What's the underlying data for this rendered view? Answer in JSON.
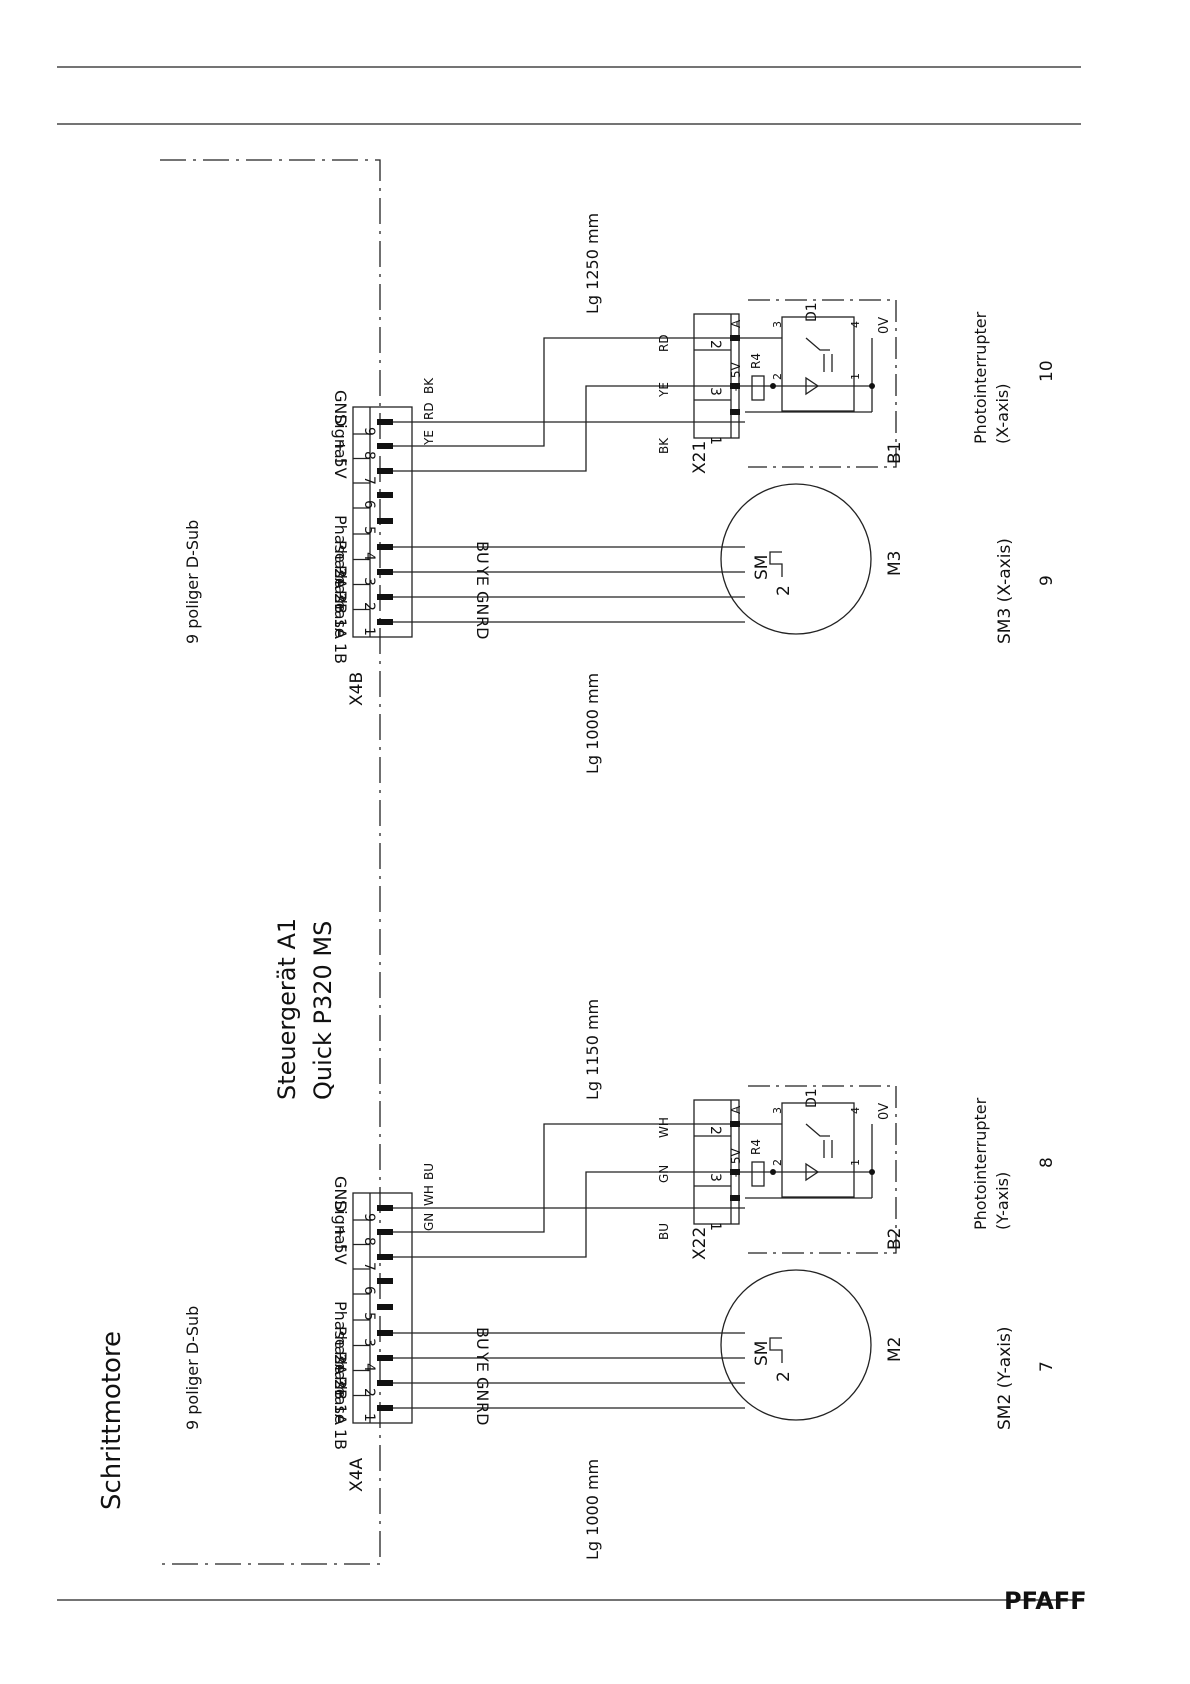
{
  "title": "Schrittmotore",
  "controller": {
    "line1": "Steuergerät A1",
    "line2": "Quick P320 MS"
  },
  "brand": "PFAFF",
  "pin_labels": [
    "Phase 1B",
    "Phase 1A",
    "Phase 2B",
    "Phase 2A",
    "+ 5V",
    "Signal",
    "GND"
  ],
  "sections": [
    {
      "connector": "X4A",
      "sub": "9 poliger D-Sub",
      "pin_numbers": [
        "1",
        "2",
        "4",
        "3",
        "5",
        "6",
        "7",
        "8",
        "9"
      ],
      "motor_wire_colors": [
        "RD",
        "GN",
        "YE",
        "BU"
      ],
      "motor": {
        "sm": "SM",
        "step": "2",
        "name": "M2",
        "caption": "SM2 (Y-axis)",
        "page_no": "7"
      },
      "cable_len": "Lg 1000 mm",
      "sensor_cable_len": "Lg 1150 mm",
      "sensor": {
        "connector": "X22",
        "colors_near_dsub": [
          "GN",
          "WH",
          "BU"
        ],
        "colors_at_plug": [
          "BU",
          "GN",
          "WH"
        ],
        "plug_pins": [
          "1",
          "3",
          "2"
        ],
        "plus5": "+ 5V",
        "pin_a": "A",
        "resistor": "R4",
        "device": "D1",
        "zero_v": "0V",
        "node_nums": [
          "3",
          "4",
          "2",
          "1"
        ],
        "box": "B2",
        "caption1": "Photointerrupter",
        "caption2": "(Y-axis)",
        "page_no": "8"
      }
    },
    {
      "connector": "X4B",
      "sub": "9 poliger D-Sub",
      "pin_numbers": [
        "1",
        "2",
        "3",
        "4",
        "5",
        "6",
        "7",
        "8",
        "9"
      ],
      "motor_wire_colors": [
        "RD",
        "GN",
        "YE",
        "BU"
      ],
      "motor": {
        "sm": "SM",
        "step": "2",
        "name": "M3",
        "caption": "SM3 (X-axis)",
        "page_no": "9"
      },
      "cable_len": "Lg 1000 mm",
      "sensor_cable_len": "Lg 1250 mm",
      "sensor": {
        "connector": "X21",
        "colors_near_dsub": [
          "YE",
          "RD",
          "BK"
        ],
        "colors_at_plug": [
          "BK",
          "YE",
          "RD"
        ],
        "plug_pins": [
          "1",
          "3",
          "2"
        ],
        "plus5": "+ 5V",
        "pin_a": "A",
        "resistor": "R4",
        "device": "D1",
        "zero_v": "0V",
        "node_nums": [
          "3",
          "4",
          "2",
          "1"
        ],
        "box": "B1",
        "caption1": "Photointerrupter",
        "caption2": "(X-axis)",
        "page_no": "10"
      }
    }
  ]
}
